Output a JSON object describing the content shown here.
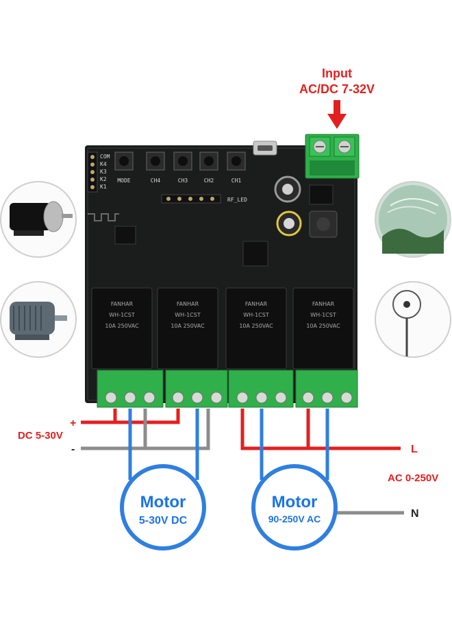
{
  "input": {
    "line1": "Input",
    "line2": "AC/DC 7-32V"
  },
  "dc_supply": {
    "plus": "+",
    "label": "DC 5-30V",
    "minus": "-"
  },
  "ac_supply": {
    "line": "L",
    "label": "AC 0-250V",
    "neutral": "N"
  },
  "motors": [
    {
      "title": "Motor",
      "rating": "5-30V DC"
    },
    {
      "title": "Motor",
      "rating": "90-250V AC"
    }
  ],
  "board": {
    "buttons": [
      "MODE",
      "CH4",
      "CH3",
      "CH2",
      "CH1"
    ],
    "relay_brand": "FANHAR",
    "relay_model": "WH-1CST",
    "relay_rating": "10A 250VAC",
    "side_pins": [
      "COM",
      "K4",
      "K3",
      "K2",
      "K1"
    ],
    "rf_led": "RF_LED"
  },
  "colors": {
    "red_wire": "#e32020",
    "gray_wire": "#8c8c8c",
    "blue_wire": "#2f7fe0",
    "motor_ring": "#2f7fe0",
    "pcb": "#1b1d1c",
    "terminal_green": "#2fb04a"
  },
  "icons": [
    "dc-motor-icon",
    "ac-motor-icon",
    "sprinkler-icon",
    "fan-icon"
  ]
}
